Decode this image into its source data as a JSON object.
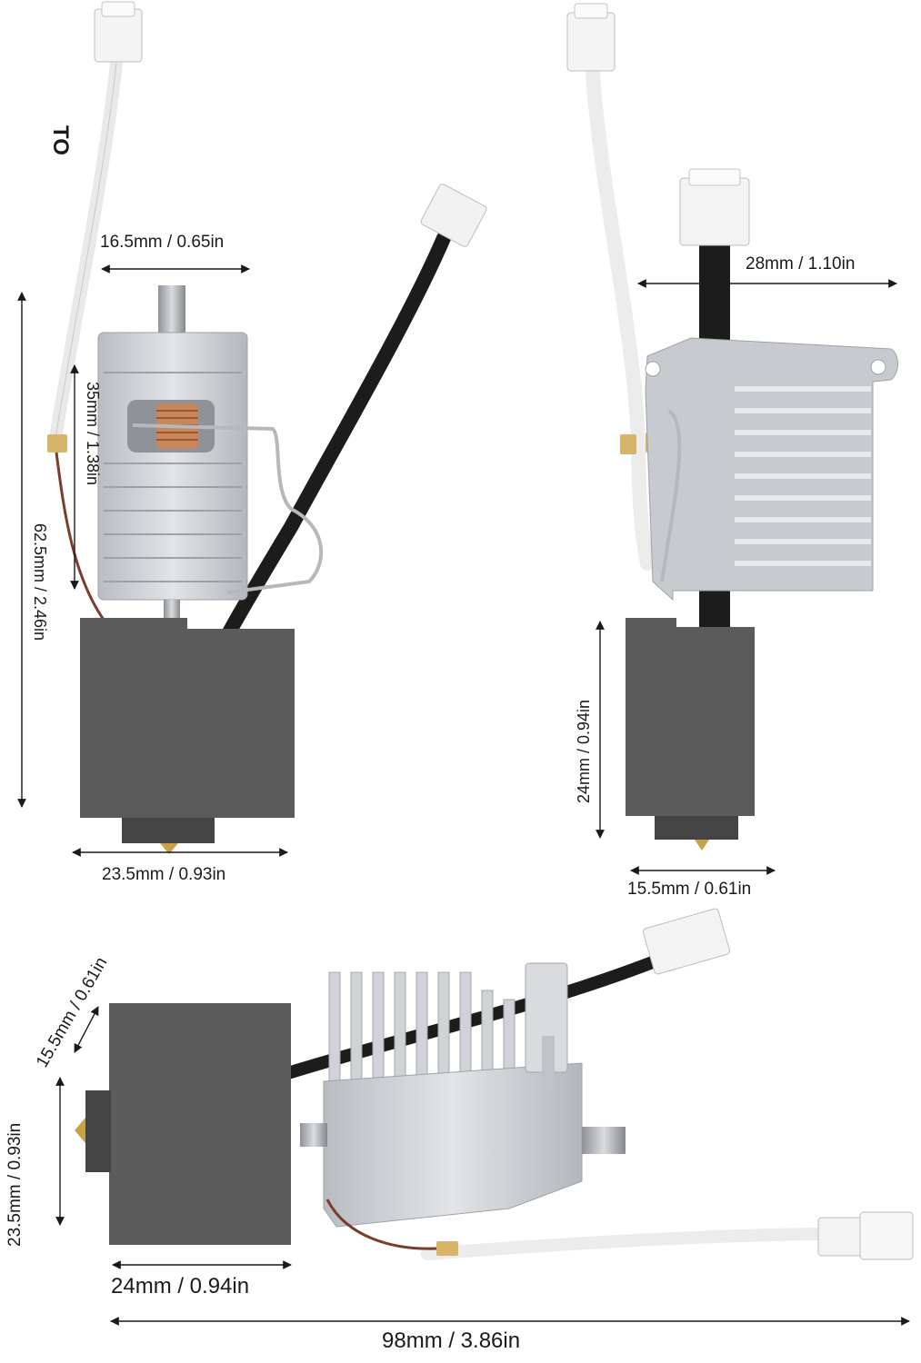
{
  "product": "hotend assembly with thermistor and heater cables",
  "colors": {
    "background": "#ffffff",
    "aluminum": "#c9ccd0",
    "silicone_sock": "#5b5b5b",
    "cable_black": "#1c1c1c",
    "cable_white": "#f1f1f1",
    "brass_nozzle": "#c8a24a",
    "copper_coil": "#c9865a"
  },
  "front_view": {
    "width_heatsink": "16.5mm / 0.65in",
    "height_heatsink": "35mm / 1.38in",
    "height_total": "62.5mm / 2.46in",
    "width_sock": "23.5mm / 0.93in"
  },
  "side_view": {
    "width_heatsink": "28mm / 1.10in",
    "height_sock": "24mm / 0.94in",
    "width_sock": "15.5mm / 0.61in"
  },
  "bottom_view": {
    "sock_depth": "15.5mm / 0.61in",
    "sock_height": "23.5mm / 0.93in",
    "sock_width": "24mm / 0.94in",
    "length_total": "98mm / 3.86in"
  },
  "cable_marking": "TO"
}
